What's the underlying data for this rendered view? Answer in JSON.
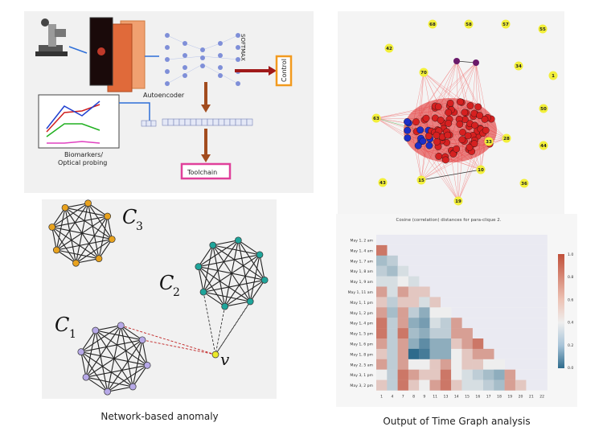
{
  "pipeline": {
    "autoencoder_label": "Autoencoder",
    "softmax_label": "SOFTMAX",
    "control_label": "Control",
    "toolchain_label": "Toolchain",
    "biomarkers_label_1": "Biomarkers/",
    "biomarkers_label_2": "Optical probing",
    "colors": {
      "control_border": "#f29a1e",
      "toolchain_border": "#e0409a",
      "arrow": "#a24c1e",
      "blue_arrow": "#2e6fd8"
    }
  },
  "graph": {
    "outer_nodes": [
      "68",
      "58",
      "57",
      "55",
      "42",
      "34",
      "1",
      "70",
      "50",
      "63",
      "44",
      "43",
      "36",
      "19",
      "15",
      "10",
      "28",
      "33"
    ],
    "colors": {
      "outer_node": "#f2ef3a",
      "dense_red": "#d62020",
      "dense_blue": "#1c2fc7",
      "edge": "#f08080"
    }
  },
  "cliques": {
    "labels": {
      "c3": "C",
      "c3_sub": "3",
      "c2": "C",
      "c2_sub": "2",
      "c1": "C",
      "c1_sub": "1",
      "v": "v"
    },
    "colors": {
      "c3": "#e8a21e",
      "c2": "#1fa59b",
      "c1": "#b7a9e8",
      "v": "#ecea2a"
    }
  },
  "heatmap": {
    "title": "Cosine (correlation) distances for para-clique 2.",
    "row_labels": [
      "May 1, 2 am",
      "May 1, 4 am",
      "May 1, 7 am",
      "May 1, 8 am",
      "May 1, 9 am",
      "May 1, 11 am",
      "May 1, 1 pm",
      "May 1, 2 pm",
      "May 1, 4 pm",
      "May 1, 5 pm",
      "May 1, 6 pm",
      "May 1, 8 pm",
      "May 2, 5 am",
      "May 3, 1 pm",
      "May 3, 2 pm"
    ],
    "col_labels": [
      "1",
      "4",
      "7",
      "8",
      "9",
      "11",
      "13",
      "14",
      "15",
      "16",
      "17",
      "18",
      "19",
      "20",
      "21",
      "22"
    ],
    "colorbar_ticks": [
      "1.0",
      "0.8",
      "0.6",
      "0.4",
      "0.2",
      "0.0"
    ],
    "values": [
      [],
      [
        0.9
      ],
      [
        0.3,
        0.4
      ],
      [
        0.4,
        0.3,
        0.5
      ],
      [
        0.5,
        0.5,
        0.6,
        0.5
      ],
      [
        0.8,
        0.5,
        0.8,
        0.7,
        0.7
      ],
      [
        0.7,
        0.4,
        0.7,
        0.7,
        0.5,
        0.7
      ],
      [
        0.8,
        0.3,
        0.8,
        0.4,
        0.2,
        0.6,
        0.6
      ],
      [
        0.9,
        0.4,
        0.8,
        0.2,
        0.1,
        0.5,
        0.4,
        0.8
      ],
      [
        0.9,
        0.4,
        0.9,
        0.3,
        0.2,
        0.4,
        0.4,
        0.8,
        0.8
      ],
      [
        0.8,
        0.4,
        0.8,
        0.2,
        0.0,
        0.2,
        0.2,
        0.7,
        0.8,
        0.9
      ],
      [
        0.7,
        0.4,
        0.8,
        -0.2,
        -0.1,
        0.2,
        0.2,
        0.6,
        0.7,
        0.8,
        0.8
      ],
      [
        0.8,
        0.4,
        0.8,
        0.6,
        0.6,
        0.7,
        0.8,
        0.6,
        0.7,
        0.7,
        0.6,
        0.6
      ],
      [
        0.6,
        0.4,
        0.9,
        0.8,
        0.7,
        0.7,
        0.9,
        0.6,
        0.5,
        0.4,
        0.3,
        0.2,
        0.8
      ],
      [
        0.7,
        0.4,
        0.9,
        0.7,
        0.6,
        0.8,
        0.9,
        0.7,
        0.5,
        0.5,
        0.4,
        0.3,
        0.8,
        0.7
      ]
    ]
  },
  "captions": {
    "left": "Network-based anomaly",
    "right": "Output of Time Graph analysis"
  }
}
